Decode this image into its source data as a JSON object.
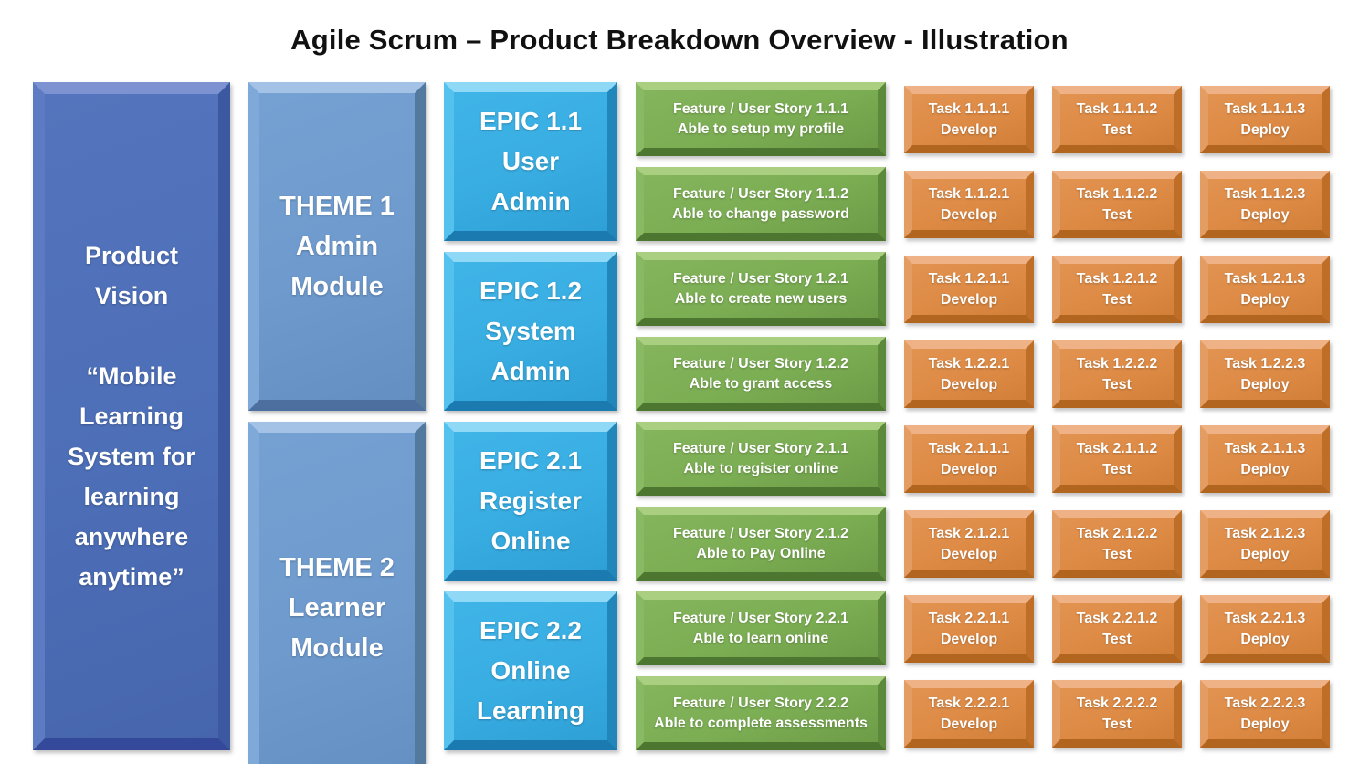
{
  "title": "Agile Scrum – Product Breakdown Overview - Illustration",
  "colors": {
    "vision_fill": "#4d6fb7",
    "theme_fill": "#6e9acd",
    "epic_fill": "#38ade2",
    "feature_fill": "#7bad53",
    "task_fill": "#dd8a45",
    "text": "#ffffff",
    "title_text": "#111111"
  },
  "vision": {
    "heading": "Product Vision",
    "quote": "“Mobile Learning System for learning anywhere anytime”"
  },
  "themes": [
    {
      "label": "THEME 1\nAdmin\nModule"
    },
    {
      "label": "THEME 2\nLearner\nModule"
    }
  ],
  "epics": [
    {
      "label": "EPIC 1.1\nUser\nAdmin"
    },
    {
      "label": "EPIC 1.2\nSystem\nAdmin"
    },
    {
      "label": "EPIC 2.1\nRegister\nOnline"
    },
    {
      "label": "EPIC 2.2\nOnline\nLearning"
    }
  ],
  "features": [
    {
      "title": "Feature / User Story 1.1.1",
      "desc": "Able to setup my profile"
    },
    {
      "title": "Feature / User Story 1.1.2",
      "desc": "Able to change password"
    },
    {
      "title": "Feature / User Story 1.2.1",
      "desc": "Able to create new users"
    },
    {
      "title": "Feature / User Story 1.2.2",
      "desc": "Able to grant access"
    },
    {
      "title": "Feature / User Story 2.1.1",
      "desc": "Able to register online"
    },
    {
      "title": "Feature / User Story 2.1.2",
      "desc": "Able to Pay Online"
    },
    {
      "title": "Feature / User Story 2.2.1",
      "desc": "Able to learn online"
    },
    {
      "title": "Feature / User Story 2.2.2",
      "desc": "Able to complete assessments"
    }
  ],
  "tasks": [
    [
      {
        "title": "Task 1.1.1.1",
        "subtitle": "Develop"
      },
      {
        "title": "Task 1.1.1.2",
        "subtitle": "Test"
      },
      {
        "title": "Task 1.1.1.3",
        "subtitle": "Deploy"
      }
    ],
    [
      {
        "title": "Task 1.1.2.1",
        "subtitle": "Develop"
      },
      {
        "title": "Task 1.1.2.2",
        "subtitle": "Test"
      },
      {
        "title": "Task 1.1.2.3",
        "subtitle": "Deploy"
      }
    ],
    [
      {
        "title": "Task 1.2.1.1",
        "subtitle": "Develop"
      },
      {
        "title": "Task 1.2.1.2",
        "subtitle": "Test"
      },
      {
        "title": "Task 1.2.1.3",
        "subtitle": "Deploy"
      }
    ],
    [
      {
        "title": "Task 1.2.2.1",
        "subtitle": "Develop"
      },
      {
        "title": "Task 1.2.2.2",
        "subtitle": "Test"
      },
      {
        "title": "Task 1.2.2.3",
        "subtitle": "Deploy"
      }
    ],
    [
      {
        "title": "Task 2.1.1.1",
        "subtitle": "Develop"
      },
      {
        "title": "Task 2.1.1.2",
        "subtitle": "Test"
      },
      {
        "title": "Task 2.1.1.3",
        "subtitle": "Deploy"
      }
    ],
    [
      {
        "title": "Task 2.1.2.1",
        "subtitle": "Develop"
      },
      {
        "title": "Task 2.1.2.2",
        "subtitle": "Test"
      },
      {
        "title": "Task 2.1.2.3",
        "subtitle": "Deploy"
      }
    ],
    [
      {
        "title": "Task 2.2.1.1",
        "subtitle": "Develop"
      },
      {
        "title": "Task 2.2.1.2",
        "subtitle": "Test"
      },
      {
        "title": "Task 2.2.1.3",
        "subtitle": "Deploy"
      }
    ],
    [
      {
        "title": "Task 2.2.2.1",
        "subtitle": "Develop"
      },
      {
        "title": "Task 2.2.2.2",
        "subtitle": "Test"
      },
      {
        "title": "Task 2.2.2.3",
        "subtitle": "Deploy"
      }
    ]
  ]
}
